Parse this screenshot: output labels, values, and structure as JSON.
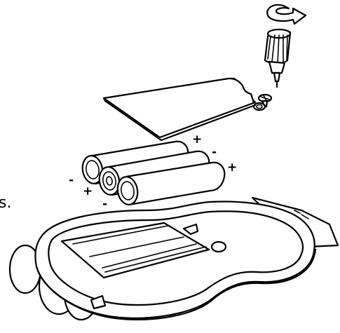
{
  "figure": {
    "edge_fragment": "s.",
    "polarity_marks": {
      "top_right_plus": "+",
      "top_right_minus": "-",
      "right_plus": "+",
      "left_minus": "-",
      "left_plus": "+",
      "bottom_minus": "-"
    },
    "icons": {
      "rotate_arrow": "rotate-counterclockwise-arrow",
      "screwdriver": "screwdriver",
      "screw": "screw",
      "cover": "battery-cover",
      "batteries": "aa-batteries",
      "device": "device-battery-compartment"
    }
  }
}
